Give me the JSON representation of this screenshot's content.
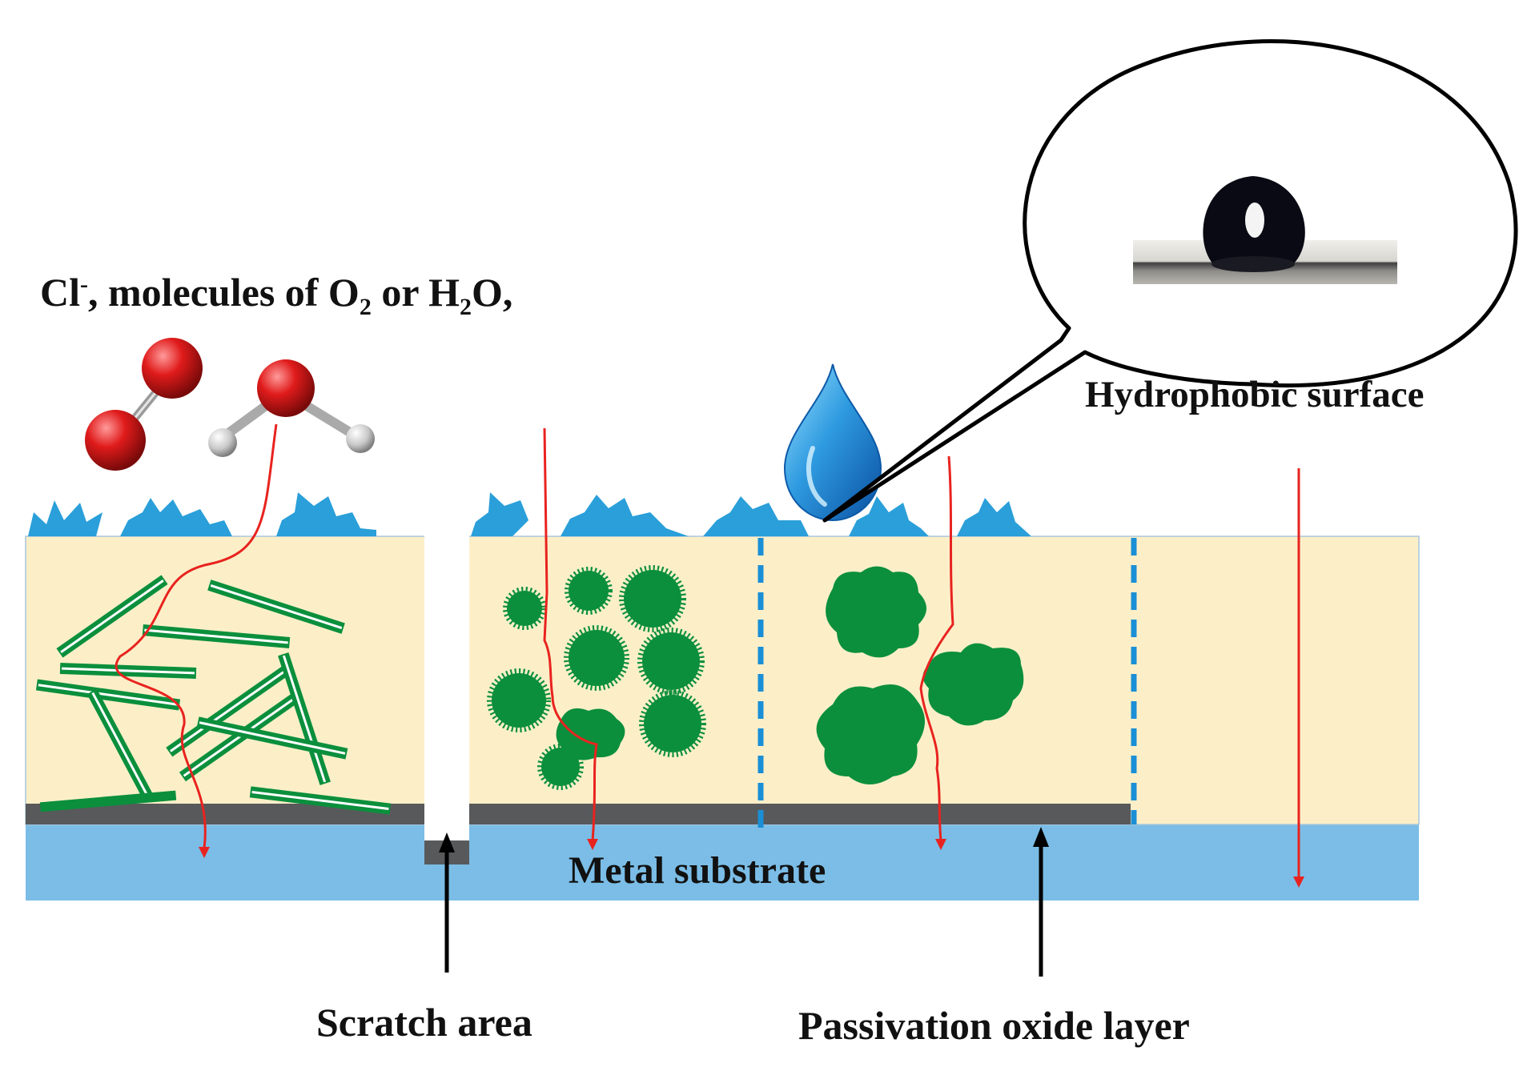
{
  "labels": {
    "ions_prefix": "Cl",
    "ions_charge": "-",
    "ions_middle": ", molecules of O",
    "ions_o2_sub": "2",
    "ions_or": " or H",
    "ions_h2_sub": "2",
    "ions_suffix": "O,",
    "hydrophobic": "Hydrophobic surface",
    "metal_substrate": "Metal substrate",
    "scratch_area": "Scratch area",
    "passivation_layer": "Passivation oxide layer"
  },
  "colors": {
    "coating": "#fcefc8",
    "substrate": "#7bbde6",
    "oxide_layer": "#58595b",
    "filler": "#0b8f3d",
    "surface_spikes": "#2a9fd9",
    "diffusion_path": "#e8231f",
    "molecule_oxygen": "#d41a1a",
    "molecule_hydrogen": "#c8c8c8",
    "droplet": "#1f7fd0"
  }
}
